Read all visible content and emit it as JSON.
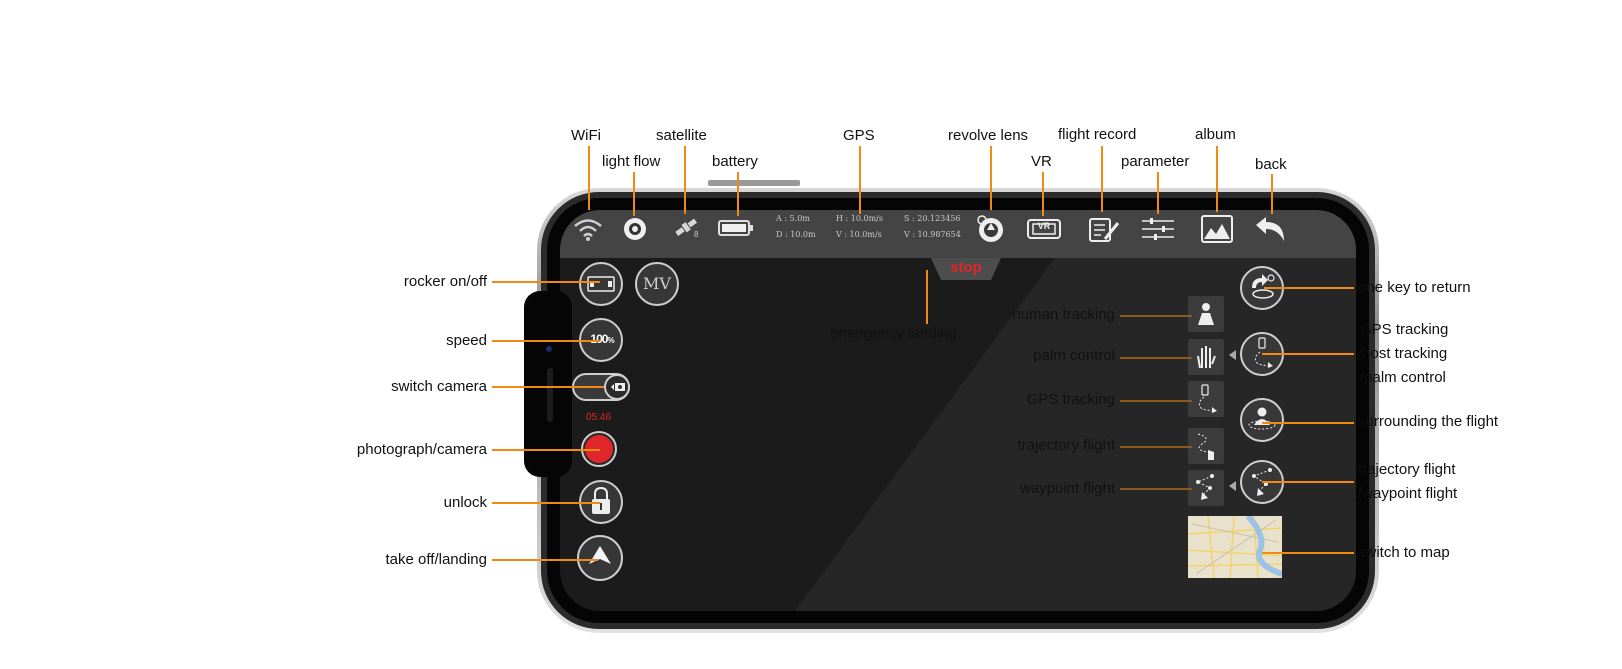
{
  "labels_top": {
    "wifi": "WiFi",
    "light_flow": "light flow",
    "satellite": "satellite",
    "battery": "battery",
    "gps": "GPS",
    "revolve_lens": "revolve lens",
    "vr": "VR",
    "flight_record": "flight record",
    "parameter": "parameter",
    "album": "album",
    "back": "back"
  },
  "labels_left": {
    "rocker": "rocker on/off",
    "speed": "speed",
    "switch_camera": "switch camera",
    "photograph": "photograph/camera",
    "unlock": "unlock",
    "takeoff": "take off/landing"
  },
  "labels_center": {
    "emergency": "emergency landing",
    "human_tracking": "human tracking",
    "palm_control": "palm control",
    "gps_tracking": "GPS tracking",
    "trajectory_flight": "trajectory flight",
    "waypoint_flight": "waypoint flight"
  },
  "labels_right": {
    "one_key_return": "one key to return",
    "gps_host_1": "GPS tracking",
    "gps_host_2": "/host tracking",
    "gps_host_3": "/palm control",
    "surrounding": "surrounding the flight",
    "traj_way_1": "trajectory flight",
    "traj_way_2": "/waypoint flight",
    "switch_map": "switch to map"
  },
  "screen": {
    "satellite_count": "8",
    "info_a": "A : 5.0m",
    "info_d": "D : 10.0m",
    "info_h": "H : 10.0m/s",
    "info_v": "V : 10.0m/s",
    "info_s": "S : 20.123456",
    "info_v2": "V : 10.987654",
    "stop": "stop",
    "mv": "MV",
    "speed_value": "100",
    "speed_unit": "%",
    "timer": "05:46",
    "vr_text": "VR"
  },
  "colors": {
    "accent": "#f08a14",
    "record": "#e0262a",
    "screen": "#1b1b1b",
    "topbar": "#444444"
  }
}
